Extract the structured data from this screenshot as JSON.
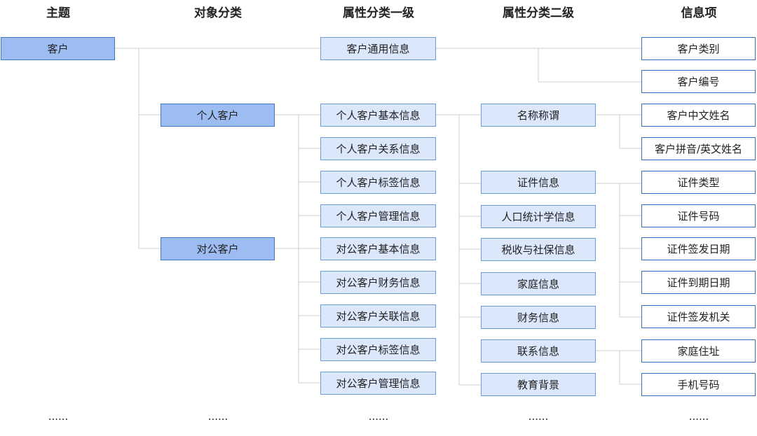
{
  "headers": {
    "theme": "主题",
    "object_category": "对象分类",
    "attr_level1": "属性分类一级",
    "attr_level2": "属性分类二级",
    "info_item": "信息项"
  },
  "theme": "客户",
  "object_categories": [
    "个人客户",
    "对公客户"
  ],
  "attr_level1": [
    "客户通用信息",
    "个人客户基本信息",
    "个人客户关系信息",
    "个人客户标签信息",
    "个人客户管理信息",
    "对公客户基本信息",
    "对公客户财务信息",
    "对公客户关联信息",
    "对公客户标签信息",
    "对公客户管理信息"
  ],
  "attr_level2": [
    "名称称谓",
    "证件信息",
    "人口统计学信息",
    "税收与社保信息",
    "家庭信息",
    "财务信息",
    "联系信息",
    "教育背景"
  ],
  "info_items": [
    "客户类别",
    "客户编号",
    "客户中文姓名",
    "客户拼音/英文姓名",
    "证件类型",
    "证件号码",
    "证件签发日期",
    "证件到期日期",
    "证件签发机关",
    "家庭住址",
    "手机号码"
  ],
  "ellipsis": "......",
  "colors": {
    "dark_fill": "#9dbcf2",
    "light_fill": "#dbe7fb",
    "border": "#3f78c8",
    "connector": "#cfcfcf"
  }
}
